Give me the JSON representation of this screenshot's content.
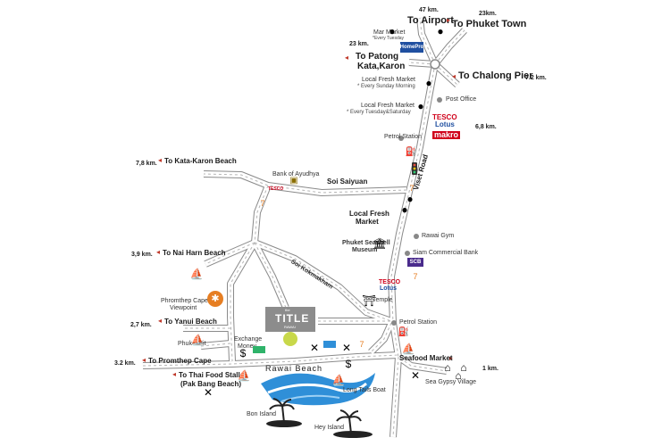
{
  "destinations": {
    "airport": "To Airport",
    "phuket_town": "To Phuket Town",
    "patong": "To Patong",
    "kata_karon": "Kata,Karon",
    "chalong": "To Chalong Pier",
    "kata_karon_beach": "To Kata-Karon Beach",
    "nai_harn": "To Nai Harn Beach",
    "yanui": "To Yanui Beach",
    "promthep": "To Promthep Cape",
    "thai_food": "To Thai Food Stalls",
    "pak_bang": "(Pak Bang Beach)"
  },
  "distances": {
    "airport": "47 km.",
    "phuket_town": "23km.",
    "patong": "23 km.",
    "chalong": "7.2 km.",
    "tesco_right": "6,8 km.",
    "kata_karon_beach": "7,8 km.",
    "nai_harn": "3,9 km.",
    "yanui": "2,7 km.",
    "promthep": "3.2 km.",
    "seafood": "1 km."
  },
  "roads": {
    "viset": "Viset Road",
    "saiyuan": "Soi Saiyuan",
    "kokmakham": "Soi Kokmakham",
    "rawai_beach": "Rawai Beach"
  },
  "places": {
    "mar_market": "Mar Market",
    "mar_market_note": "*Every Tuesday",
    "local_market_1": "Local Fresh Market",
    "local_market_1_note": "* Every Sunday Morning",
    "local_market_2": "Local Fresh Market",
    "local_market_2_note": "* Every Tuesday&Saturday",
    "post_office": "Post Office",
    "petrol_station_top": "Petrol Station",
    "bank_ayudhya": "Bank of Ayudhya",
    "local_market_3a": "Local Fresh",
    "local_market_3b": "Market",
    "rawai_gym": "Rawai Gym",
    "seashell_a": "Phuket Seashell",
    "seashell_b": "Museum",
    "siam_bank": "Siam Commercial Bank",
    "scb": "SCB",
    "temple": "Temple",
    "petrol_station_bottom": "Petrol Station",
    "promthep_viewpoint_a": "Phromthep Cape",
    "promthep_viewpoint_b": "Viewpoint",
    "phuket_fit": "Phuket Fit",
    "exchange_a": "Exchange",
    "exchange_b": "Money",
    "seafood_market": "Seafood Market",
    "sea_gypsy": "Sea Gypsy Village",
    "long_tail": "Long Tails Boat",
    "bon_island": "Bon Island",
    "hey_island": "Hey Island"
  },
  "brands": {
    "tesco": "TESCO",
    "lotus": "Lotus",
    "makro": "makro",
    "homepro": "HomePro",
    "title_small": "the",
    "title_main": "TITLE",
    "title_sub": "RAWAI"
  },
  "colors": {
    "road_fill": "#ffffff",
    "road_edge": "#8a8a8a",
    "sea": "#2f8fd8",
    "tesco_red": "#d0021b",
    "lotus_blue": "#1f4fa0",
    "title_gray": "#8c8c8c",
    "venue_dot": "#c8d84a"
  },
  "icons": [
    "pin-icon",
    "boat-icon",
    "windmill-icon",
    "fork-knife-icon",
    "money-icon",
    "temple-icon",
    "palm-tree-icon",
    "gas-station-icon",
    "seven-eleven-icon",
    "house-icon"
  ]
}
